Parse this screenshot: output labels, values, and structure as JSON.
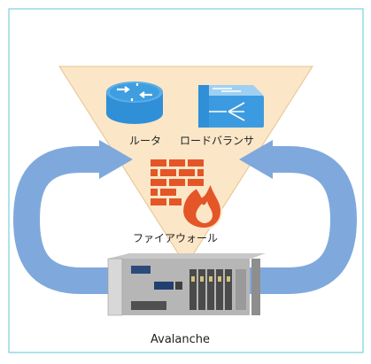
{
  "labels": {
    "router": "ルータ",
    "load_balancer": "ロードバランサ",
    "firewall": "ファイアウォール",
    "device": "Avalanche"
  },
  "colors": {
    "border": "#5bc8d6",
    "triangle_fill": "#fbe7c7",
    "triangle_stroke": "#e7c28e",
    "arrow": "#7fa9dc",
    "icon_blue": "#2f8fd7",
    "firewall": "#e45528"
  },
  "icons": [
    "router-icon",
    "load-balancer-icon",
    "firewall-icon",
    "avalanche-appliance-image"
  ]
}
